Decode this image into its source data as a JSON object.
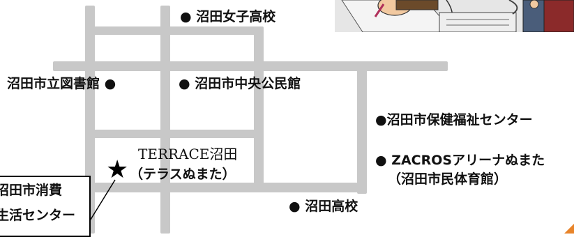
{
  "landmarks": {
    "numata_girls_high": "● 沼田女子高校",
    "library": "沼田市立図書館 ●",
    "central_hall": "● 沼田市中央公民館",
    "health_welfare_center": "●沼田市保健福祉センター",
    "zacros_arena": "● ZACROSアリーナぬまた",
    "zacros_arena_sub": "（沼田市民体育館）",
    "numata_high": "● 沼田高校"
  },
  "terrace": {
    "name": "TERRACE沼田",
    "sub": "（テラスぬまた）"
  },
  "callout": {
    "line1": "沼田市消費",
    "line2": "生活センター"
  },
  "colors": {
    "road": "#c8c8c8",
    "accent": "#e8842a"
  }
}
